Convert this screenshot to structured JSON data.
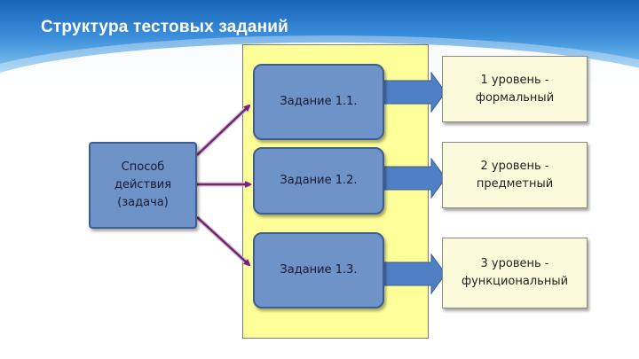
{
  "header": {
    "title": "Структура тестовых заданий"
  },
  "diagram": {
    "method": "Способ действия (задача)",
    "tasks": [
      "Задание 1.1.",
      "Задание 1.2.",
      "Задание 1.3."
    ],
    "levels": [
      "1 уровень - формальный",
      "2 уровень - предметный",
      "3 уровень - функциональный"
    ]
  },
  "colors": {
    "header_blue": "#1a63b8",
    "task_fill": "#6d93c9",
    "panel_yellow": "#ffff99",
    "purple_arrow": "#7b1f7d",
    "block_arrow": "#4f7fc4"
  }
}
